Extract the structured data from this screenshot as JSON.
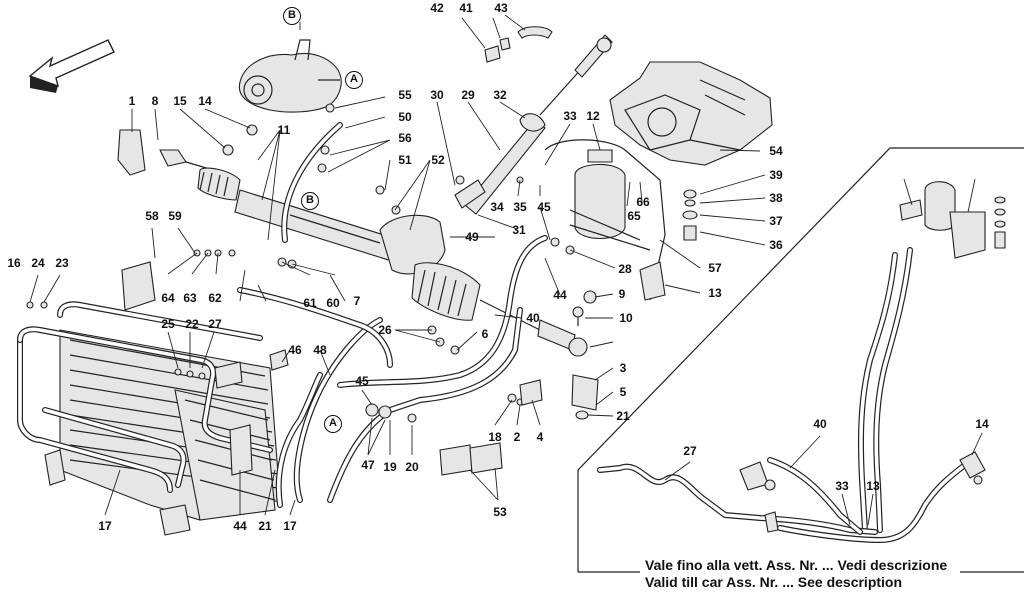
{
  "diagram": {
    "callouts": [
      "1",
      "8",
      "15",
      "14",
      "11",
      "55",
      "50",
      "56",
      "51",
      "52",
      "30",
      "29",
      "32",
      "33",
      "12",
      "42",
      "41",
      "43",
      "54",
      "39",
      "38",
      "37",
      "36",
      "34",
      "35",
      "31",
      "45",
      "65",
      "66",
      "49",
      "28",
      "57",
      "13",
      "44",
      "9",
      "10",
      "40",
      "6",
      "26",
      "58",
      "59",
      "64",
      "63",
      "62",
      "61",
      "60",
      "7",
      "16",
      "24",
      "23",
      "25",
      "22",
      "27",
      "46",
      "48",
      "45",
      "47",
      "19",
      "20",
      "18",
      "2",
      "4",
      "3",
      "5",
      "21",
      "53",
      "17",
      "44",
      "21",
      "17",
      "40",
      "27",
      "33",
      "13",
      "14"
    ],
    "circle_markers": [
      "B",
      "A",
      "B",
      "A"
    ],
    "caption_it": "Vale fino alla vett. Ass. Nr. ... Vedi descrizione",
    "caption_en": "Valid till car Ass. Nr. ... See description"
  }
}
